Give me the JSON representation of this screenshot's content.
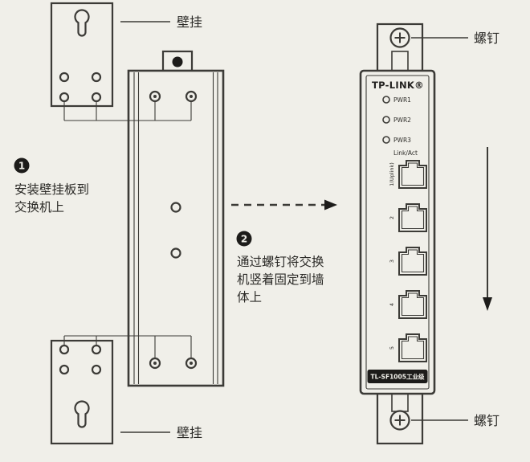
{
  "diagram": {
    "labels": {
      "wall_mount_top": "壁挂",
      "wall_mount_bottom": "壁挂",
      "screw_top": "螺钉",
      "screw_bottom": "螺钉"
    },
    "steps": {
      "step1": {
        "number": "1",
        "lines": [
          "安装壁挂板到",
          "交换机上"
        ]
      },
      "step2": {
        "number": "2",
        "lines": [
          "通过螺钉将交换",
          "机竖着固定到墙",
          "体上"
        ]
      }
    },
    "switch_front": {
      "brand": "TP-LINK®",
      "leds": [
        "PWR1",
        "PWR2",
        "PWR3"
      ],
      "link_act_label": "Link/Act",
      "ports": [
        "1(Uplink)",
        "2",
        "3",
        "4",
        "5"
      ],
      "model": "TL-SF1005工业级"
    },
    "colors": {
      "background": "#f0efe9",
      "line": "#3c3b37",
      "dark": "#1d1c1a"
    }
  }
}
